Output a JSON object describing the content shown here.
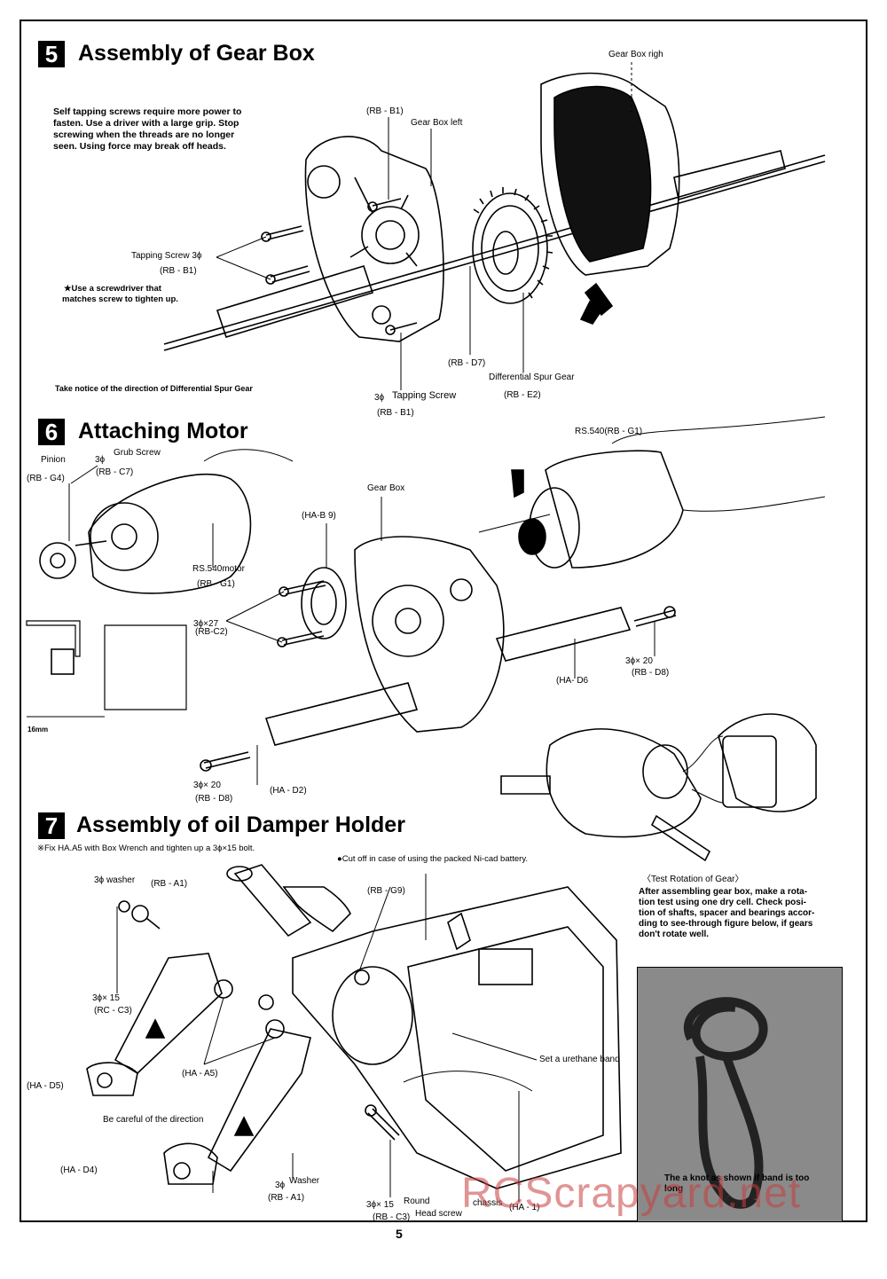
{
  "page_number": "5",
  "watermark": "RCScrapyard.net",
  "section5": {
    "number": "5",
    "title": "Assembly of Gear Box",
    "note_lines": [
      "Self tapping screws require more power to",
      "fasten. Use a driver with a large grip. Stop",
      "screwing when the threads are no longer",
      "seen. Using force may break off heads."
    ],
    "labels": {
      "gear_box_right": "Gear Box righ",
      "rb_b1_top": "(RB - B1)",
      "gear_box_left": "Gear Box left",
      "tapping_screw_3": "Tapping Screw 3ϕ",
      "rb_b1_left": "(RB - B1)",
      "screwdriver_note_1": "★Use a screwdriver that",
      "screwdriver_note_2": "matches screw to tighten up.",
      "rb_d7": "(RB - D7)",
      "diff_spur_gear": "Differential Spur Gear",
      "rb_e2": "(RB - E2)",
      "three_phi": "3ϕ",
      "tapping_screw": "Tapping Screw",
      "rb_b1_bottom": "(RB - B1)",
      "take_notice": "Take notice of the direction of Differential Spur Gear"
    }
  },
  "section6": {
    "number": "6",
    "title": "Attaching Motor",
    "labels": {
      "pinion": "Pinion",
      "grub_screw": "Grub Screw",
      "three_phi": "3ϕ",
      "rb_c7": "(RB - C7)",
      "rb_g4": "(RB - G4)",
      "rs540_motor": "RS.540motor",
      "rb_g1_left": "(RB - G1)",
      "rs540_top": "RS.540(RB - G1)",
      "gear_box": "Gear Box",
      "ha_b9": "(HA-B 9)",
      "screw_3x27": "3ϕ×27",
      "rb_c2": "(RB-C2)",
      "sixteen_mm": "16mm",
      "ha_d6": "(HA- D6",
      "screw_3x20_right": "3ϕ× 20",
      "rb_d8_right": "(RB - D8)",
      "screw_3x20_left": "3ϕ× 20",
      "rb_d8_left": "(RB - D8)",
      "ha_d2": "(HA - D2)"
    }
  },
  "section7": {
    "number": "7",
    "title": "Assembly of oil Damper Holder",
    "fix_note": "※Fix HA.A5 with Box Wrench and tighten up a 3ϕ×15 bolt.",
    "cut_note": "●Cut off in case of using the packed Ni-cad battery.",
    "labels": {
      "washer_3": "3ϕ washer",
      "rb_a1_top": "(RB - A1)",
      "rb_g9": "(RB - G9)",
      "screw_3x15": "3ϕ× 15",
      "rc_c3": "(RC - C3)",
      "ha_a5": "(HA - A5)",
      "ha_d5": "(HA - D5)",
      "be_careful": "Be careful of the direction",
      "ha_d4": "(HA - D4)",
      "washer_bottom_3": "3ϕ",
      "washer_bottom": "Washer",
      "rb_a1_bottom": "(RB - A1)",
      "screw_3x15_bottom": "3ϕ× 15",
      "round": "Round",
      "rb_c3": "(RB - C3)",
      "head_screw": "Head screw",
      "chassis": "chassis",
      "ha_1": "(HA - 1)",
      "urethane": "Set a urethane band"
    }
  },
  "test_rotation": {
    "heading": "〈Test Rotation of Gear〉",
    "text_lines": [
      "After assembling gear box, make a rota-",
      "tion test using one dry cell. Check posi-",
      "tion of shafts, spacer and bearings accor-",
      "ding to see-through figure below, if gears",
      "don't rotate well."
    ]
  },
  "photo_caption": "The a knot as shown if band is too long"
}
